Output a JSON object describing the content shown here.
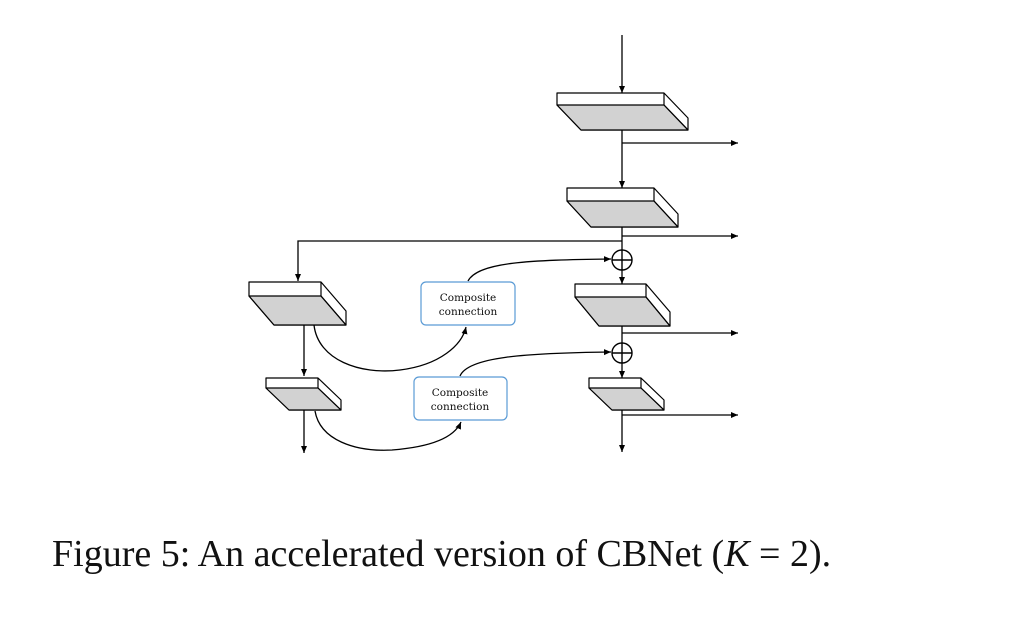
{
  "diagram": {
    "composite_box_1": {
      "line1": "Composite",
      "line2": "connection"
    },
    "composite_box_2": {
      "line1": "Composite",
      "line2": "connection"
    }
  },
  "caption": {
    "prefix": "Figure 5: An accelerated version of CBNet (",
    "variable": "K",
    "equals": " = 2)."
  },
  "colors": {
    "block_face": "#d2d2d2",
    "block_edge": "#000000",
    "composite_border": "#5b9bd5"
  }
}
